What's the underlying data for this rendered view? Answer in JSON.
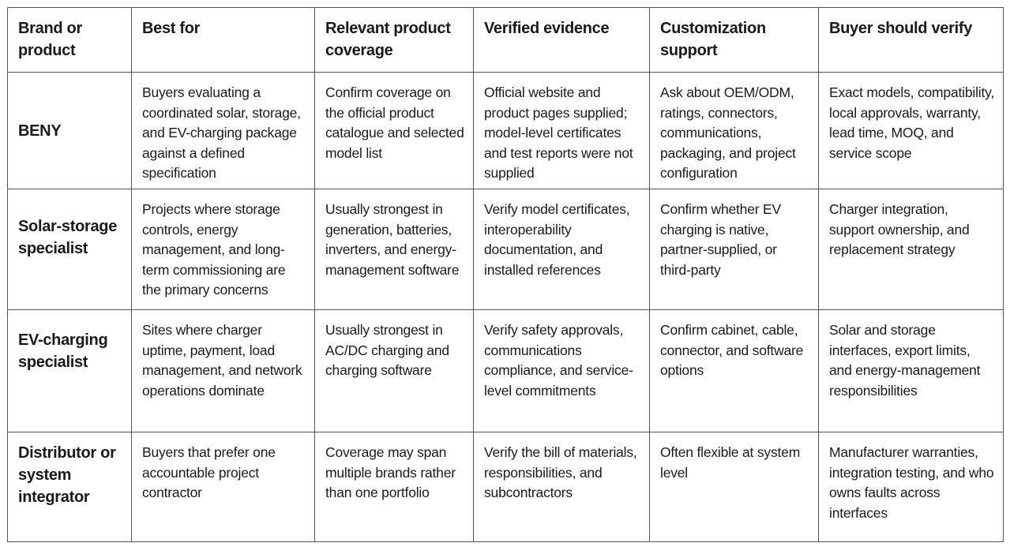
{
  "headers": [
    "Brand or product",
    "Best for",
    "Relevant product coverage",
    "Verified evidence",
    "Customization support",
    "Buyer should verify"
  ],
  "rows": [
    {
      "brand": "BENY",
      "best_for": "Buyers evaluating a coordinated solar, storage, and EV-charging package against a defined specification",
      "coverage": "Confirm coverage on the official product catalogue and selected model list",
      "evidence": "Official website and product pages supplied; model-level certificates and test reports were not supplied",
      "customization": "Ask about OEM/ODM, ratings, connectors, communications, packaging, and project configuration",
      "verify": "Exact models, compatibility, local approvals, warranty, lead time, MOQ, and service scope"
    },
    {
      "brand": "Solar-storage specialist",
      "best_for": "Projects where storage controls, energy management, and long-term commissioning are the primary concerns",
      "coverage": "Usually strongest in generation, batteries, inverters, and energy-management software",
      "evidence": "Verify model certificates, interoperability documentation, and installed references",
      "customization": "Confirm whether EV charging is native, partner-supplied, or third-party",
      "verify": "Charger integration, support ownership, and replacement strategy"
    },
    {
      "brand": "EV-charging specialist",
      "best_for": "Sites where charger uptime, payment, load management, and network operations dominate",
      "coverage": "Usually strongest in AC/DC charging and charging software",
      "evidence": "Verify safety approvals, communications compliance, and service-level commitments",
      "customization": "Confirm cabinet, cable, connector, and software options",
      "verify": "Solar and storage interfaces, export limits, and energy-management responsibilities"
    },
    {
      "brand": "Distributor or system integrator",
      "best_for": "Buyers that prefer one accountable project contractor",
      "coverage": "Coverage may span multiple brands rather than one portfolio",
      "evidence": "Verify the bill of materials, responsibilities, and subcontractors",
      "customization": "Often flexible at system level",
      "verify": "Manufacturer warranties, integration testing, and who owns faults across interfaces"
    }
  ]
}
